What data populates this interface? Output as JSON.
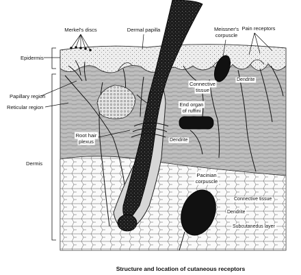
{
  "labels": {
    "merkels_discs": "Merkel's discs",
    "dermal_papilla": "Dermal papilla",
    "meissners_corpuscle": [
      "Meissner's",
      "corpuscle"
    ],
    "pain_receptors": "Pain receptors",
    "epidermis": "Epidermis",
    "connective_tissue_top": [
      "Connective",
      "tissue"
    ],
    "dendrite_top": "Dendrite",
    "papillary_region": "Papillary region",
    "reticular_region": "Reticular region",
    "end_organ_ruffini": [
      "End organ",
      "of ruffini"
    ],
    "dendrite_mid": "Dendrite",
    "root_hair_plexus": [
      "Root hair",
      "plexus"
    ],
    "dermis": "Dermis",
    "pacinian_corpuscle": [
      "Pacinian",
      "corpuscle"
    ],
    "connective_tissue_bottom": "Connective tissue",
    "dendrite_bottom": "Dendrite",
    "subcutaneous_layer": "Subcutanedus layer"
  },
  "caption": "Structure and location of cutaneous receptors"
}
